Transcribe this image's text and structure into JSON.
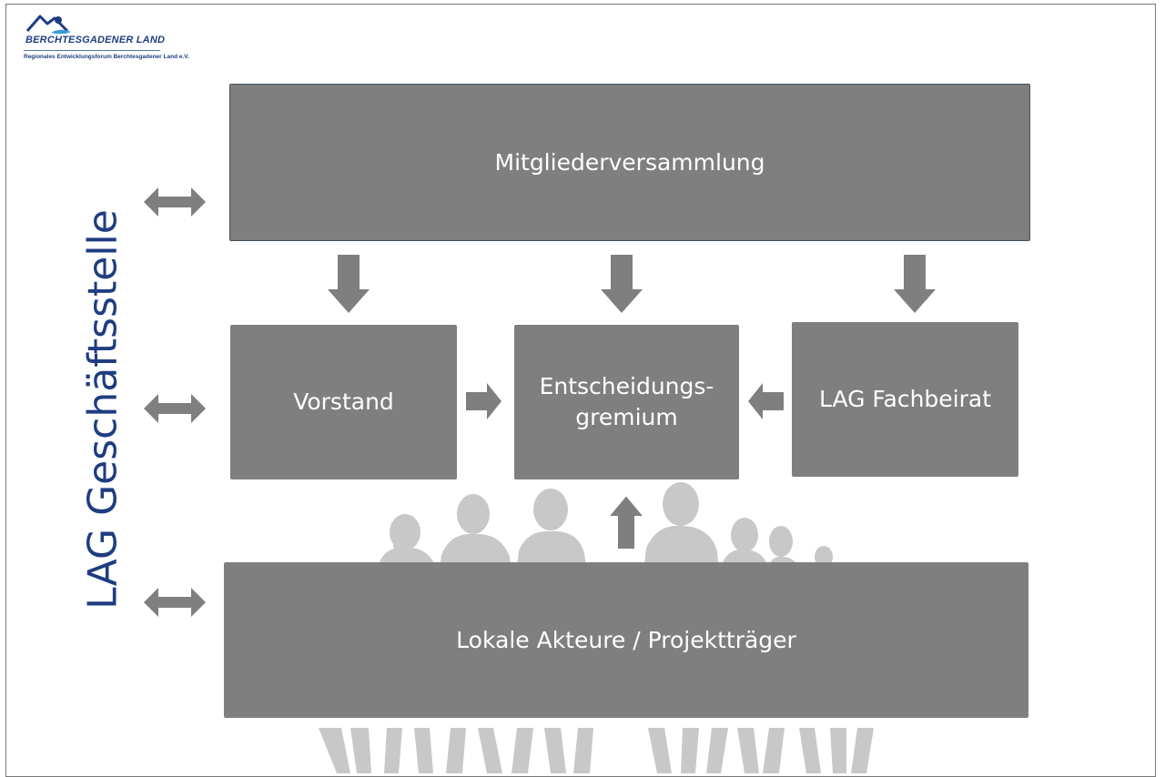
{
  "logo": {
    "name": "BERCHTESGADENER LAND",
    "subtitle": "Regionales Entwicklungsforum Berchtesgadener Land e.V."
  },
  "side_label": "LAG Geschäftsstelle",
  "boxes": {
    "top": "Mitgliederversammlung",
    "vorstand": "Vorstand",
    "entscheidung": "Entscheidungs-\ngremium",
    "fachbeirat": "LAG Fachbeirat",
    "bottom": "Lokale Akteure / Projektträger"
  },
  "colors": {
    "box": "#7f7f7f",
    "box_text": "#ffffff",
    "label": "#1f3d80",
    "arrow": "#7f7f7f",
    "people": "#c8c8c8"
  }
}
